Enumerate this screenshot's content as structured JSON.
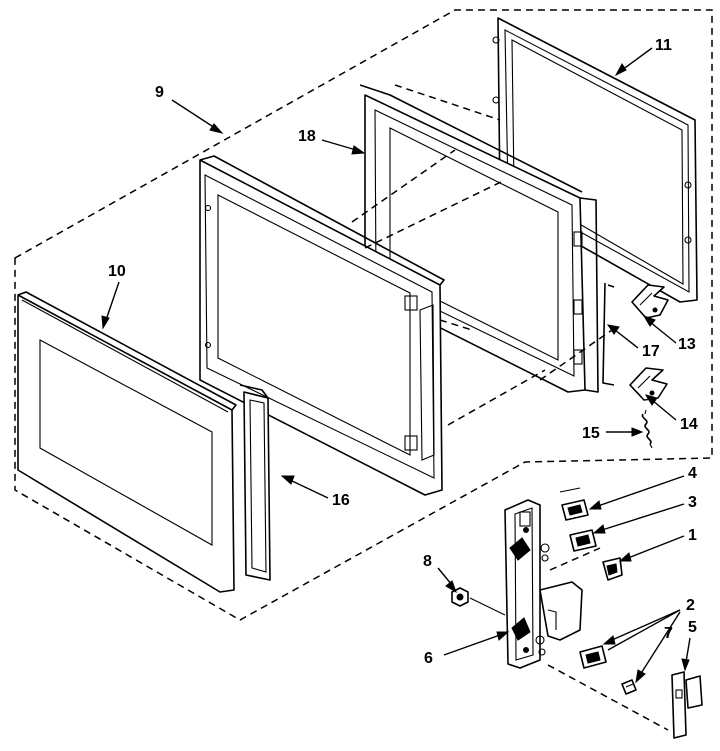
{
  "diagram": {
    "callouts": [
      {
        "id": "c9",
        "label": "9"
      },
      {
        "id": "c10",
        "label": "10"
      },
      {
        "id": "c11",
        "label": "11"
      },
      {
        "id": "c18",
        "label": "18"
      },
      {
        "id": "c13",
        "label": "13"
      },
      {
        "id": "c17",
        "label": "17"
      },
      {
        "id": "c14",
        "label": "14"
      },
      {
        "id": "c15",
        "label": "15"
      },
      {
        "id": "c16",
        "label": "16"
      },
      {
        "id": "c4",
        "label": "4"
      },
      {
        "id": "c3",
        "label": "3"
      },
      {
        "id": "c1",
        "label": "1"
      },
      {
        "id": "c8",
        "label": "8"
      },
      {
        "id": "c2",
        "label": "2"
      },
      {
        "id": "c7",
        "label": "7"
      },
      {
        "id": "c6",
        "label": "6"
      },
      {
        "id": "c5",
        "label": "5"
      }
    ]
  }
}
